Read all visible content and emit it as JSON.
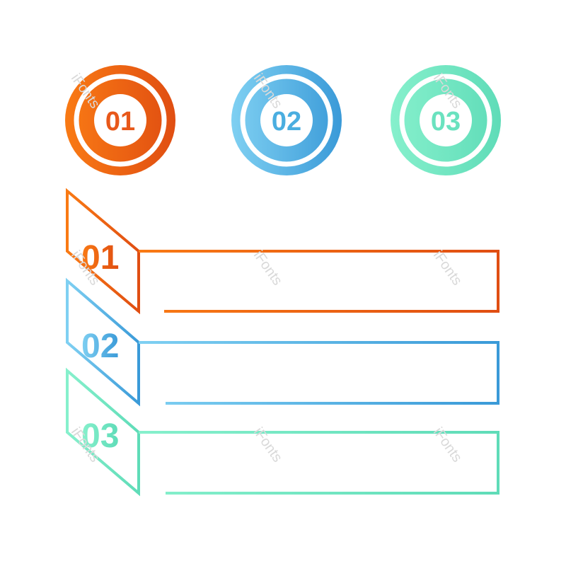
{
  "colors": {
    "orange": {
      "light": "#f97a14",
      "dark": "#e04e12"
    },
    "blue": {
      "light": "#7fd0f2",
      "dark": "#3a9ad8"
    },
    "green": {
      "light": "#86f0cc",
      "dark": "#5fdcb8"
    }
  },
  "badges": [
    {
      "number": "01",
      "color": "orange"
    },
    {
      "number": "02",
      "color": "blue"
    },
    {
      "number": "03",
      "color": "green"
    }
  ],
  "rows": [
    {
      "number": "01",
      "color": "orange"
    },
    {
      "number": "02",
      "color": "blue"
    },
    {
      "number": "03",
      "color": "green"
    }
  ],
  "watermark": "iFonts"
}
